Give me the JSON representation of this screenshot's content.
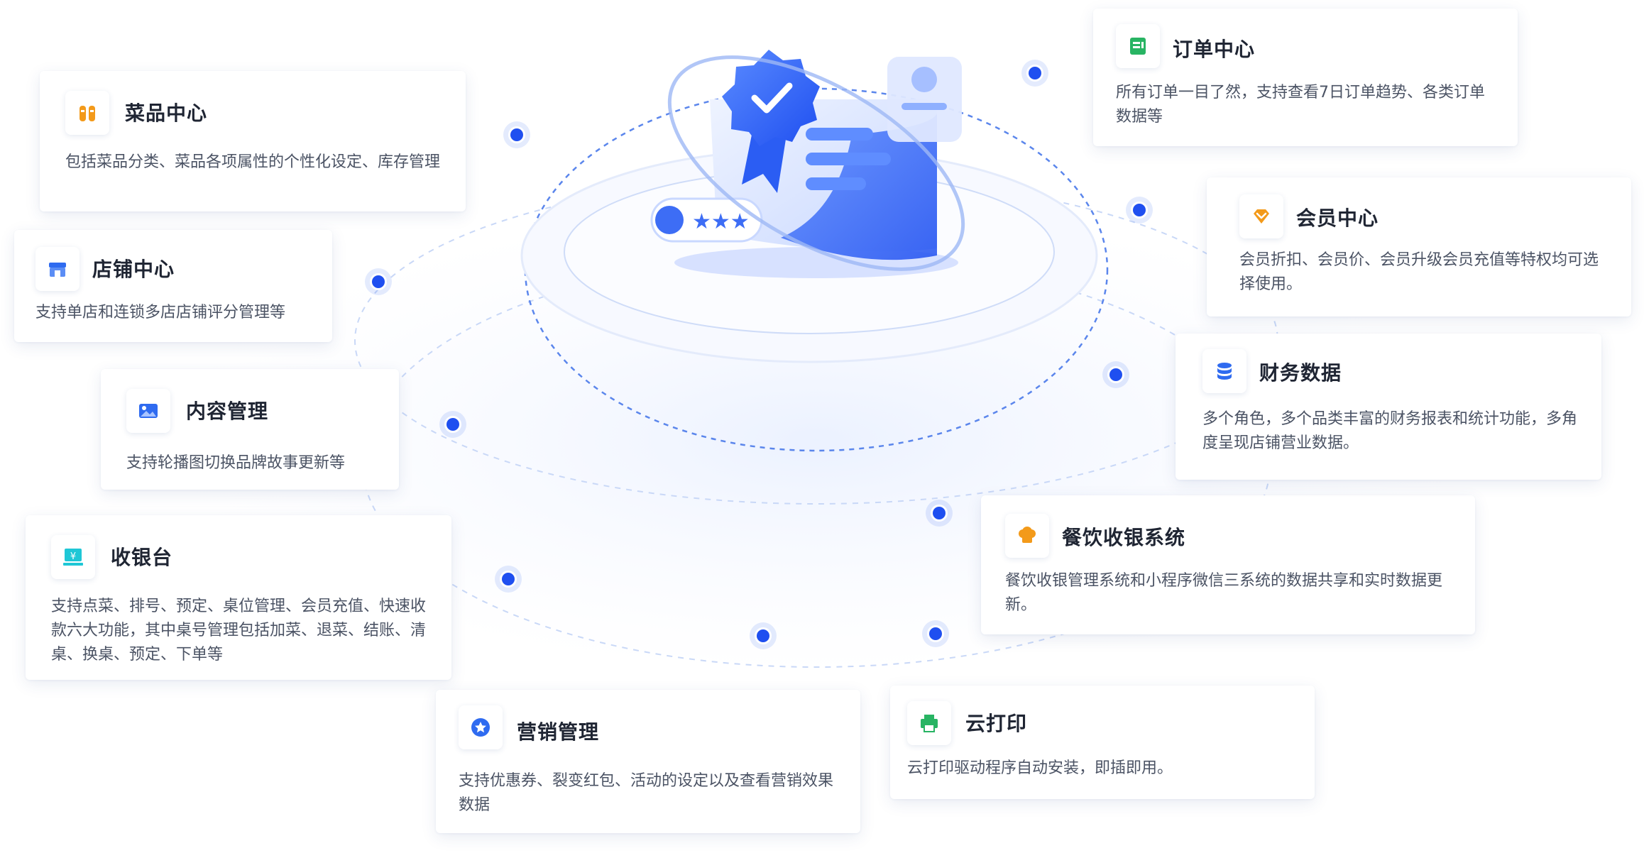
{
  "features": [
    {
      "title": "菜品中心",
      "desc": "包括菜品分类、菜品各项属性的个性化设定、库存管理",
      "icon": "dishes-icon",
      "color": "#f39a1a"
    },
    {
      "title": "店铺中心",
      "desc": "支持单店和连锁多店店铺评分管理等",
      "icon": "store-icon",
      "color": "#2f6bf0"
    },
    {
      "title": "内容管理",
      "desc": "支持轮播图切换品牌故事更新等",
      "icon": "image-icon",
      "color": "#2f6bf0"
    },
    {
      "title": "收银台",
      "desc": "支持点菜、排号、预定、桌位管理、会员充值、快速收款六大功能，其中桌号管理包括加菜、退菜、结账、清桌、换桌、预定、下单等",
      "icon": "cashier-icon",
      "color": "#1fc7d6"
    },
    {
      "title": "营销管理",
      "desc": "支持优惠券、裂变红包、活动的设定以及查看营销效果数据",
      "icon": "star-badge-icon",
      "color": "#2f6bf0"
    },
    {
      "title": "云打印",
      "desc": "云打印驱动程序自动安装，即插即用。",
      "icon": "printer-icon",
      "color": "#28b463"
    },
    {
      "title": "餐饮收银系统",
      "desc": "餐饮收银管理系统和小程序微信三系统的数据共享和实时数据更新。",
      "icon": "chef-hat-icon",
      "color": "#f39a1a"
    },
    {
      "title": "财务数据",
      "desc": "多个角色，多个品类丰富的财务报表和统计功能，多角度呈现店铺营业数据。",
      "icon": "database-icon",
      "color": "#2f6bf0"
    },
    {
      "title": "会员中心",
      "desc": "会员折扣、会员价、会员升级会员充值等特权均可选择使用。",
      "icon": "diamond-icon",
      "color": "#f39a1a"
    },
    {
      "title": "订单中心",
      "desc": "所有订单一目了然，支持查看7日订单趋势、各类订单数据等",
      "icon": "order-icon",
      "color": "#28b463"
    }
  ],
  "colors": {
    "accent": "#1f4ff0",
    "orbit": "#a9c1f5"
  }
}
